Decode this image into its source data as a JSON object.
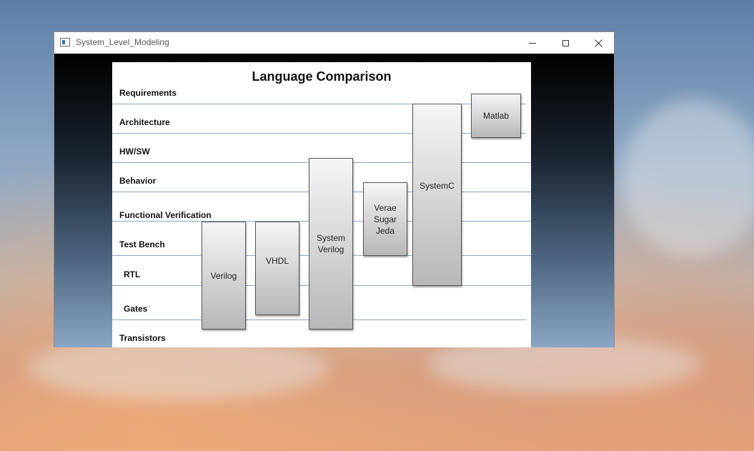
{
  "window": {
    "title": "System_Level_Modeling"
  },
  "slide": {
    "title": "Language Comparison",
    "rows": [
      "Requirements",
      "Architecture",
      "HW/SW",
      "Behavior",
      "Functional Verification",
      "Test Bench",
      "RTL",
      "Gates",
      "Transistors"
    ],
    "languages": [
      "Verilog",
      "VHDL",
      "System\nVerilog",
      "Verae\nSugar\nJeda",
      "SystemC",
      "Matlab"
    ]
  }
}
